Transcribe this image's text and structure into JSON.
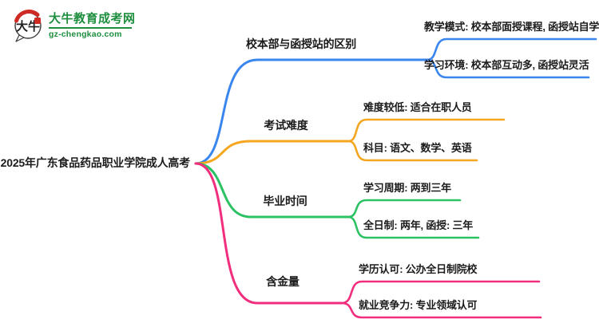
{
  "logo": {
    "site_name": "大牛教育成考网",
    "site_url": "gz-chengkao.com",
    "icon_text": "大牛",
    "green": "#1e8e3e",
    "red": "#cf2b24",
    "ink": "#1f1f1f"
  },
  "root": {
    "label": "2025年广东食品药品职业学院成人高考"
  },
  "branches": [
    {
      "label": "校本部与函授站的区别",
      "color": "#3a86ef",
      "children": [
        "教学模式: 校本部面授课程, 函授站自学",
        "学习环境: 校本部互动多, 函授站灵活"
      ]
    },
    {
      "label": "考试难度",
      "color": "#f5a61f",
      "children": [
        "难度较低: 适合在职人员",
        "科目: 语文、数学、英语"
      ]
    },
    {
      "label": "毕业时间",
      "color": "#2cc163",
      "children": [
        "学习周期: 两到三年",
        "全日制: 两年, 函授: 三年"
      ]
    },
    {
      "label": "含金量",
      "color": "#f12e7d",
      "children": [
        "学历认可: 公办全日制院校",
        "就业竞争力: 专业领域认可"
      ]
    }
  ]
}
